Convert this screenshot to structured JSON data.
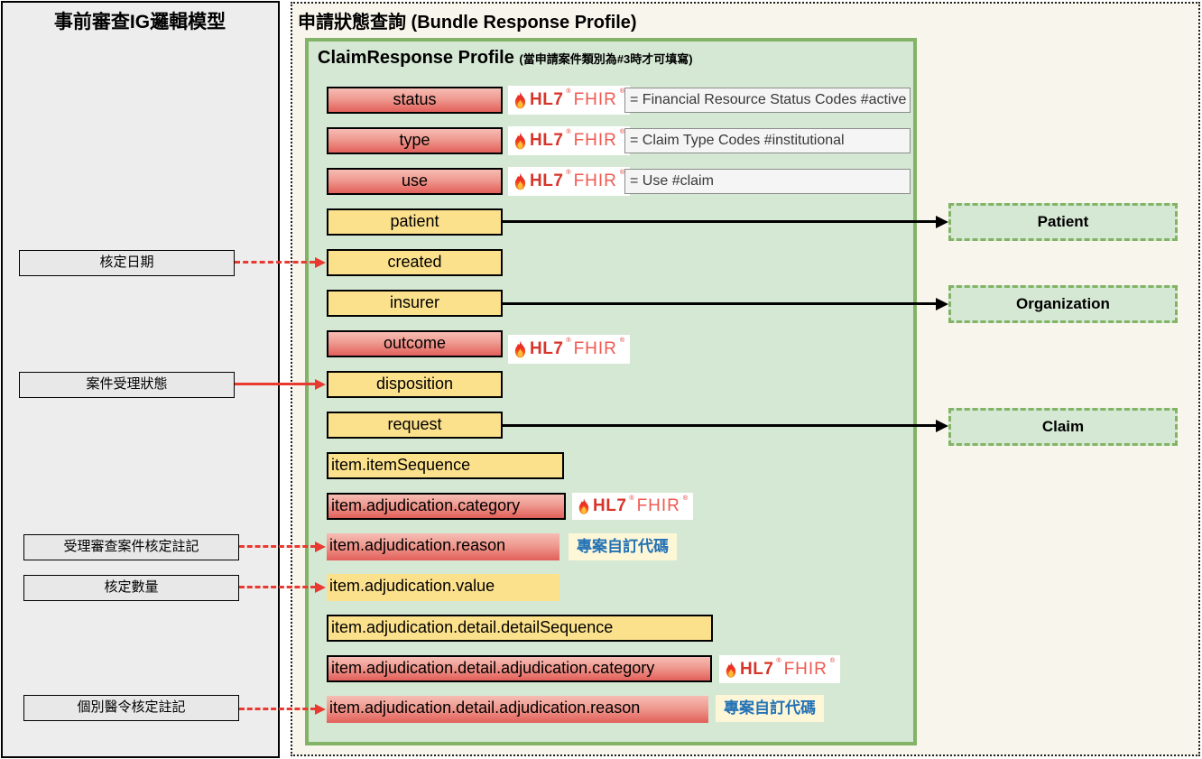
{
  "left_panel": {
    "title": "事前審查IG邏輯模型",
    "labels": [
      {
        "text": "核定日期",
        "arrow": "dashed-red",
        "target": "created"
      },
      {
        "text": "案件受理狀態",
        "arrow": "solid-red",
        "target": "disposition"
      },
      {
        "text": "受理審查案件核定註記",
        "arrow": "dashed-red",
        "target": "item.adjudication.reason"
      },
      {
        "text": "核定數量",
        "arrow": "dashed-red",
        "target": "item.adjudication.value"
      },
      {
        "text": "個別醫令核定註記",
        "arrow": "dashed-red",
        "target": "item.adjudication.detail.adjudication.reason"
      }
    ]
  },
  "right_panel": {
    "title": "申請狀態查詢 (Bundle Response Profile)"
  },
  "claim_response": {
    "title": "ClaimResponse Profile",
    "subtitle": "(當申請案件類別為#3時才可填寫)",
    "fields": [
      {
        "label": "status",
        "style": "red",
        "hl7": true,
        "value": "= Financial Resource Status Codes #active"
      },
      {
        "label": "type",
        "style": "red",
        "hl7": true,
        "value": "= Claim Type Codes #institutional"
      },
      {
        "label": "use",
        "style": "red",
        "hl7": true,
        "value": "= Use #claim"
      },
      {
        "label": "patient",
        "style": "yellow",
        "ref": "Patient"
      },
      {
        "label": "created",
        "style": "yellow"
      },
      {
        "label": "insurer",
        "style": "yellow",
        "ref": "Organization"
      },
      {
        "label": "outcome",
        "style": "red",
        "hl7": true
      },
      {
        "label": "disposition",
        "style": "yellow"
      },
      {
        "label": "request",
        "style": "yellow",
        "ref": "Claim"
      },
      {
        "label": "item.itemSequence",
        "style": "yellow"
      },
      {
        "label": "item.adjudication.category",
        "style": "red",
        "hl7": true
      },
      {
        "label": "item.adjudication.reason",
        "style": "red",
        "badge": true
      },
      {
        "label": "item.adjudication.value",
        "style": "yellow"
      },
      {
        "label": "item.adjudication.detail.detailSequence",
        "style": "yellow"
      },
      {
        "label": "item.adjudication.detail.adjudication.category",
        "style": "red",
        "hl7": true
      },
      {
        "label": "item.adjudication.detail.adjudication.reason",
        "style": "red",
        "badge": true
      }
    ]
  },
  "resources": [
    {
      "label": "Patient"
    },
    {
      "label": "Organization"
    },
    {
      "label": "Claim"
    }
  ],
  "hl7_logo": {
    "hl7": "HL7",
    "fhir": "FHIR",
    "reg": "®"
  },
  "custom_code_badge": "專案自訂代碼",
  "colors": {
    "red_gradient_top": "#f6bcb3",
    "red_gradient_bottom": "#e2605a",
    "yellow": "#fce18c",
    "green_fill": "#d5e8d4",
    "green_border": "#82b366",
    "arrow_red": "#e93a31",
    "cream_bg": "#f8f5ec",
    "gray_panel": "#ededed",
    "badge_text": "#2372b5",
    "badge_bg": "#fdf6d7"
  }
}
